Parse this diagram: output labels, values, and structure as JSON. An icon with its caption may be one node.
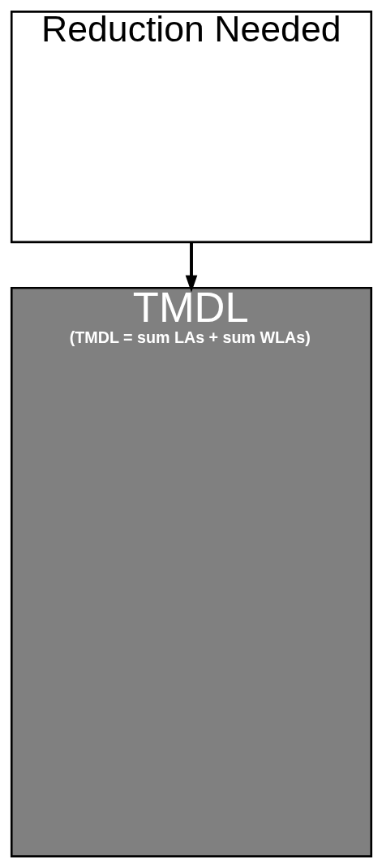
{
  "diagram": {
    "nodes": [
      {
        "text": [
          "Reduction Needed"
        ]
      },
      {
        "text": [
          "TMDL",
          "(TMDL = sum LAs + sum WLAs)"
        ]
      }
    ],
    "edges": [
      {
        "from": 0,
        "to": 1,
        "arrow": "to"
      }
    ]
  }
}
